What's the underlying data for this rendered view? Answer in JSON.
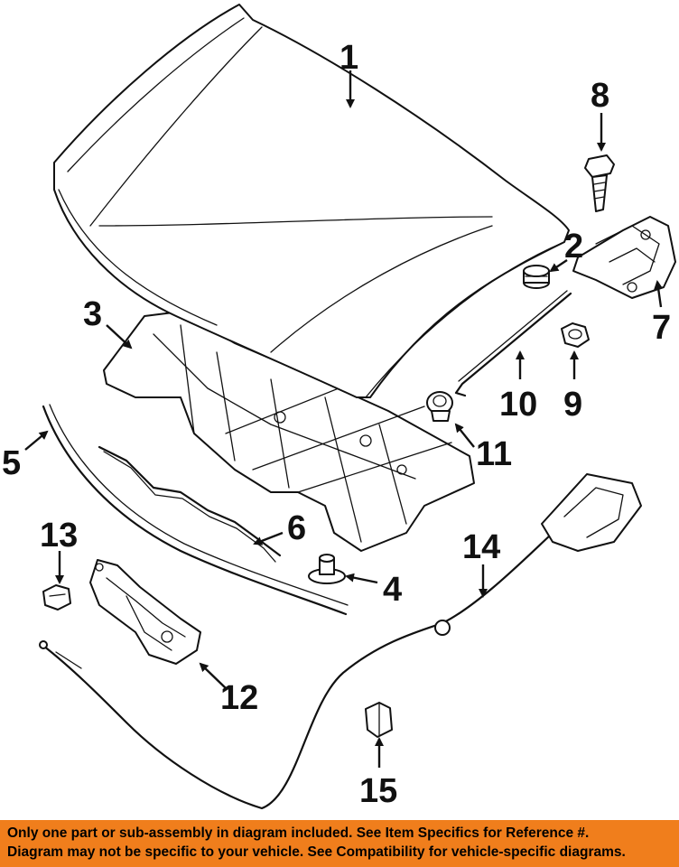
{
  "callouts": {
    "c1": "1",
    "c2": "2",
    "c3": "3",
    "c4": "4",
    "c5": "5",
    "c6": "6",
    "c7": "7",
    "c8": "8",
    "c9": "9",
    "c10": "10",
    "c11": "11",
    "c12": "12",
    "c13": "13",
    "c14": "14",
    "c15": "15"
  },
  "disclaimer": {
    "line1": "Only one part or sub-assembly in diagram included. See Item Specifics for Reference #.",
    "line2": "Diagram may not be specific to your vehicle. See Compatibility for vehicle-specific diagrams."
  },
  "colors": {
    "banner_background": "#f07e1c",
    "line_art": "#111111"
  }
}
